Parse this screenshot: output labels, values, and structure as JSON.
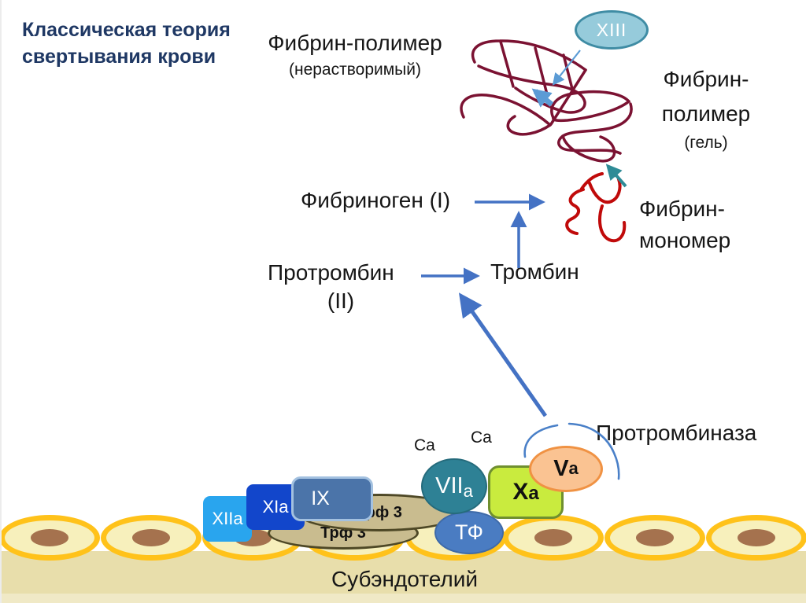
{
  "title": {
    "line1": "Классическая теория",
    "line2": "свертывания крови"
  },
  "pathway": {
    "fibrin_polymer_insoluble_label": "Фибрин-полимер",
    "fibrin_polymer_insoluble_note": "(нерастворимый)",
    "fibrin_polymer_gel_line1": "Фибрин-",
    "fibrin_polymer_gel_line2": "полимер",
    "fibrin_polymer_gel_note": "(гель)",
    "fibrinogen_label": "Фибриноген (I)",
    "prothrombin_label": "Протромбин",
    "prothrombin_numeral": "(II)",
    "thrombin_label": "Тромбин",
    "fibrin_monomer_line1": "Фибрин-",
    "fibrin_monomer_line2": "мономер",
    "prothrombinase_label": "Протромбиназа"
  },
  "ions": {
    "ca_left": "Ca",
    "ca_right": "Ca"
  },
  "membrane": {
    "subendothelium_label": "Субэндотелий"
  },
  "factors": {
    "xiii": "XIII",
    "xiia": "XIIa",
    "xia": "XIa",
    "ix": "IX",
    "trf3_top": "Трф 3",
    "trf3_bottom": "Трф 3",
    "viia_main": "VII",
    "viia_sub": "a",
    "tf": "ТФ",
    "xa_main": "X",
    "xa_sub": "a",
    "va_main": "V",
    "va_sub": "a"
  },
  "colors": {
    "title_text": "#1F3864",
    "fibrin_polymer_stroke": "#7B1232",
    "fibrin_monomer_stroke": "#C00A0A",
    "arrow_blue": "#4472C4",
    "arrow_light_blue": "#5B9BD5",
    "arrow_teal": "#2E8B96",
    "prothrombinase_arc": "#4A80C8",
    "xiii_fill": "#96CBDB",
    "xiia_fill": "#29A5EE",
    "xia_fill": "#1246CB",
    "ix_fill": "#4B74A9",
    "trf3_fill": "#C9BC8F",
    "viia_fill": "#2E8195",
    "tf_fill": "#4A7CC2",
    "xa_fill": "#C9EB3E",
    "va_fill": "#FAC392",
    "cell_fill": "#F7F0BC",
    "cell_border": "#FFC21A",
    "cell_nucleus": "#A5724E",
    "subendothelium_fill": "#E8DEAB"
  }
}
